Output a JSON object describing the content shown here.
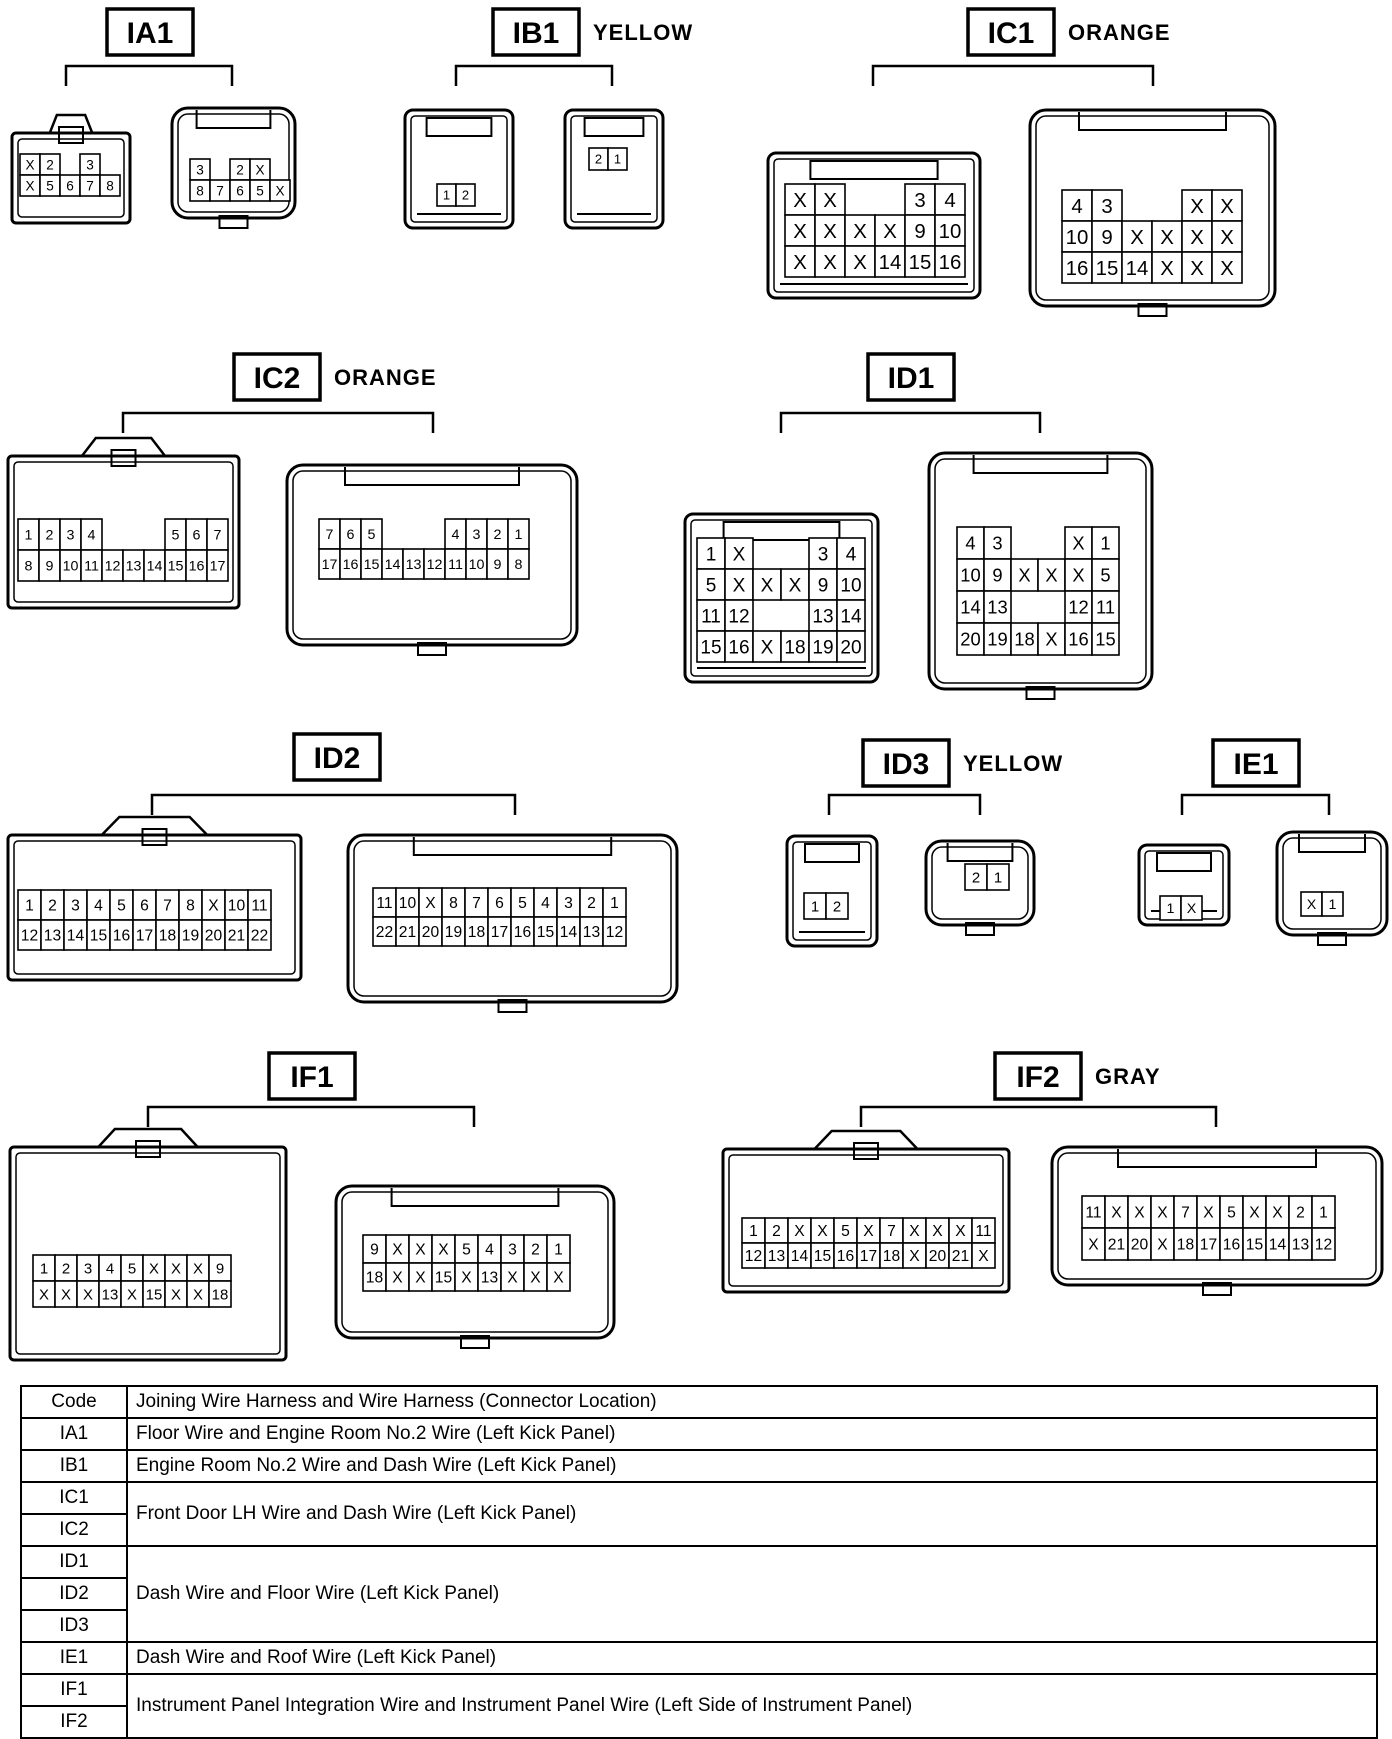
{
  "connectors": [
    {
      "id": "ia1",
      "code": "IA1",
      "color": "",
      "views": [
        [
          [
            "X",
            "2",
            "",
            "3"
          ],
          [
            "X",
            "5",
            "6",
            "7",
            "8"
          ]
        ],
        [
          [
            "3",
            "",
            "2",
            "X"
          ],
          [
            "8",
            "7",
            "6",
            "5",
            "X"
          ]
        ]
      ]
    },
    {
      "id": "ib1",
      "code": "IB1",
      "color": "YELLOW",
      "views": [
        [
          [
            "1",
            "2"
          ]
        ],
        [
          [
            "2",
            "1"
          ]
        ]
      ]
    },
    {
      "id": "ic1",
      "code": "IC1",
      "color": "ORANGE",
      "views": [
        [
          [
            "X",
            "X",
            "",
            "",
            "3",
            "4"
          ],
          [
            "X",
            "X",
            "X",
            "X",
            "9",
            "10"
          ],
          [
            "X",
            "X",
            "X",
            "14",
            "15",
            "16"
          ]
        ],
        [
          [
            "4",
            "3",
            "",
            "",
            "X",
            "X"
          ],
          [
            "10",
            "9",
            "X",
            "X",
            "X",
            "X"
          ],
          [
            "16",
            "15",
            "14",
            "X",
            "X",
            "X"
          ]
        ]
      ]
    },
    {
      "id": "ic2",
      "code": "IC2",
      "color": "ORANGE",
      "views": [
        [
          [
            "1",
            "2",
            "3",
            "4",
            "",
            "",
            "",
            "5",
            "6",
            "7"
          ],
          [
            "8",
            "9",
            "10",
            "11",
            "12",
            "13",
            "14",
            "15",
            "16",
            "17"
          ]
        ],
        [
          [
            "7",
            "6",
            "5",
            "",
            "",
            "",
            "4",
            "3",
            "2",
            "1"
          ],
          [
            "17",
            "16",
            "15",
            "14",
            "13",
            "12",
            "11",
            "10",
            "9",
            "8"
          ]
        ]
      ]
    },
    {
      "id": "id1",
      "code": "ID1",
      "color": "",
      "views": [
        [
          [
            "1",
            "X",
            "",
            "",
            "3",
            "4"
          ],
          [
            "5",
            "X",
            "X",
            "X",
            "9",
            "10"
          ],
          [
            "11",
            "12",
            "",
            "",
            "13",
            "14"
          ],
          [
            "15",
            "16",
            "X",
            "18",
            "19",
            "20"
          ]
        ],
        [
          [
            "4",
            "3",
            "",
            "",
            "X",
            "1"
          ],
          [
            "10",
            "9",
            "X",
            "X",
            "X",
            "5"
          ],
          [
            "14",
            "13",
            "",
            "",
            "12",
            "11"
          ],
          [
            "20",
            "19",
            "18",
            "X",
            "16",
            "15"
          ]
        ]
      ]
    },
    {
      "id": "id2",
      "code": "ID2",
      "color": "",
      "views": [
        [
          [
            "1",
            "2",
            "3",
            "4",
            "5",
            "6",
            "7",
            "8",
            "X",
            "10",
            "11"
          ],
          [
            "12",
            "13",
            "14",
            "15",
            "16",
            "17",
            "18",
            "19",
            "20",
            "21",
            "22"
          ]
        ],
        [
          [
            "11",
            "10",
            "X",
            "8",
            "7",
            "6",
            "5",
            "4",
            "3",
            "2",
            "1"
          ],
          [
            "22",
            "21",
            "20",
            "19",
            "18",
            "17",
            "16",
            "15",
            "14",
            "13",
            "12"
          ]
        ]
      ]
    },
    {
      "id": "id3",
      "code": "ID3",
      "color": "YELLOW",
      "views": [
        [
          [
            "1",
            "2"
          ]
        ],
        [
          [
            "2",
            "1"
          ]
        ]
      ]
    },
    {
      "id": "ie1",
      "code": "IE1",
      "color": "",
      "views": [
        [
          [
            "1",
            "X"
          ]
        ],
        [
          [
            "X",
            "1"
          ]
        ]
      ]
    },
    {
      "id": "if1",
      "code": "IF1",
      "color": "",
      "views": [
        [
          [
            "1",
            "2",
            "3",
            "4",
            "5",
            "X",
            "X",
            "X",
            "9"
          ],
          [
            "X",
            "X",
            "X",
            "13",
            "X",
            "15",
            "X",
            "X",
            "18"
          ]
        ],
        [
          [
            "9",
            "X",
            "X",
            "X",
            "5",
            "4",
            "3",
            "2",
            "1"
          ],
          [
            "18",
            "X",
            "X",
            "15",
            "X",
            "13",
            "X",
            "X",
            "X"
          ]
        ]
      ]
    },
    {
      "id": "if2",
      "code": "IF2",
      "color": "GRAY",
      "views": [
        [
          [
            "1",
            "2",
            "X",
            "X",
            "5",
            "X",
            "7",
            "X",
            "X",
            "X",
            "11"
          ],
          [
            "12",
            "13",
            "14",
            "15",
            "16",
            "17",
            "18",
            "X",
            "20",
            "21",
            "X"
          ]
        ],
        [
          [
            "11",
            "X",
            "X",
            "X",
            "7",
            "X",
            "5",
            "X",
            "X",
            "2",
            "1"
          ],
          [
            "X",
            "21",
            "20",
            "X",
            "18",
            "17",
            "16",
            "15",
            "14",
            "13",
            "12"
          ]
        ]
      ]
    }
  ],
  "table": {
    "header": {
      "code": "Code",
      "desc": "Joining Wire Harness and Wire Harness (Connector Location)"
    },
    "rows": [
      {
        "codes": [
          "IA1"
        ],
        "desc": "Floor Wire and Engine Room No.2 Wire (Left Kick Panel)"
      },
      {
        "codes": [
          "IB1"
        ],
        "desc": "Engine Room No.2 Wire and Dash Wire (Left Kick Panel)"
      },
      {
        "codes": [
          "IC1",
          "IC2"
        ],
        "desc": "Front Door LH Wire and Dash Wire (Left Kick Panel)"
      },
      {
        "codes": [
          "ID1",
          "ID2",
          "ID3"
        ],
        "desc": "Dash Wire and Floor Wire (Left Kick Panel)"
      },
      {
        "codes": [
          "IE1"
        ],
        "desc": "Dash Wire and Roof Wire (Left Kick Panel)"
      },
      {
        "codes": [
          "IF1",
          "IF2"
        ],
        "desc": "Instrument Panel Integration Wire and Instrument Panel Wire (Left Side of Instrument Panel)"
      }
    ]
  }
}
